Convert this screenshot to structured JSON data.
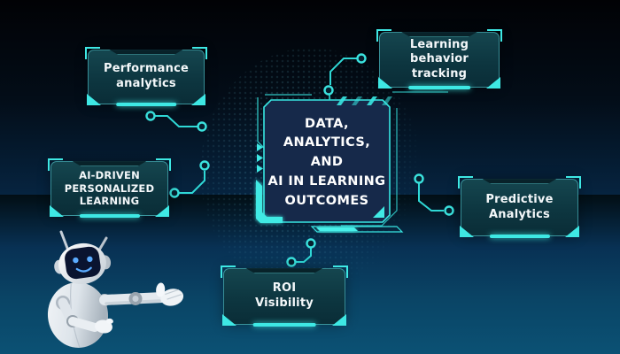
{
  "diagram": {
    "center": {
      "lines": [
        "DATA,",
        "ANALYTICS, AND",
        "AI IN LEARNING",
        "OUTCOMES"
      ]
    },
    "nodes": {
      "performance": {
        "lines": [
          "Performance",
          "analytics"
        ]
      },
      "learning_behavior": {
        "lines": [
          "Learning behavior",
          "tracking"
        ]
      },
      "ai_driven": {
        "lines": [
          "AI-DRIVEN",
          "PERSONALIZED",
          "LEARNING"
        ]
      },
      "predictive": {
        "lines": [
          "Predictive",
          "Analytics"
        ]
      },
      "roi": {
        "lines": [
          "ROI",
          "Visibility"
        ]
      }
    }
  },
  "colors": {
    "accent_cyan": "#3ee8e4",
    "connector_cyan": "#2fd8d6",
    "node_panel_teal": "#0d3640",
    "center_panel_navy": "#16294a",
    "background_top": "#010205",
    "background_bottom": "#0b5174",
    "text_white": "#f4f8fa",
    "robot_face_blue": "#5aabff"
  }
}
